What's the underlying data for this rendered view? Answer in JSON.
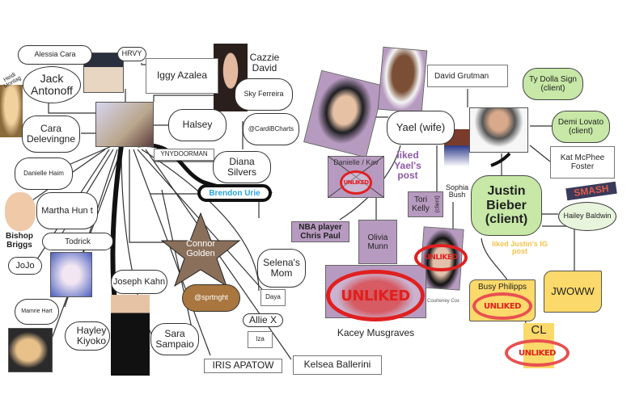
{
  "left": {
    "alessia": "Alessia Cara",
    "hrvy": "HRVY",
    "jack": "Jack Antonoff",
    "heidi": "Heidi Montag",
    "iggy": "Iggy Azalea",
    "cazzie": "Cazzie David",
    "sky": "Sky Ferreira",
    "halsey": "Halsey",
    "cara": "Cara Delevingne",
    "cardib": "@CardiBCharts",
    "ynydoorman": "YNYDOORMAN",
    "diana": "Diana Silvers",
    "danielle": "Danielle Haim",
    "brendon": "Brendon Urie",
    "martha": "Martha Hun t",
    "bishop": "Bishop Briggs",
    "todrick": "Todrick",
    "jojo": "JoJo",
    "joseph": "Joseph Kahn",
    "connor": "Connor Golden",
    "sprtnght": "@sprtnght",
    "selena": "Selena's Mom",
    "daya": "Daya",
    "mamrie": "Mamrie Hart",
    "allie": "Allie X",
    "hayley": "Hayley Kiyoko",
    "sara": "Sara Sampaio",
    "iza": "Iza",
    "iris": "IRIS APATOW",
    "kelsea": "Kelsea Ballerini"
  },
  "right": {
    "david": "David Grutman",
    "ty": "Ty Dolla Sign (client)",
    "yael": "Yael (wife)",
    "demi": "Demi Lovato (client)",
    "liked_yael": "liked Yael's post",
    "kat": "Kat McPhee Foster",
    "smash": "SMASH",
    "dankav": "Danielle / Kav",
    "sophia": "Sophia Bush",
    "tori": "Tori Kelly",
    "tori_client": "(client)",
    "justin": "Justin Bieber (client)",
    "hailey": "Hailey Baldwin",
    "nba": "NBA player Chris Paul",
    "olivia": "Olivia Munn",
    "liked_justin": "liked Justin's IG post",
    "courteney": "Courteney Cox",
    "kacey": "Kacey Musgraves",
    "busy": "Busy Philipps",
    "jwoww": "JWOWW",
    "cl": "CL",
    "unliked": "UNLIKED"
  },
  "colors": {
    "purple": "#b79ac0",
    "green": "#c7e8a6",
    "yellow": "#fbd96a",
    "unliked_red": "#e02020",
    "brendon_blue": "#2aa3e0",
    "liked_purple": "#8e5aa8",
    "liked_orange": "#f3c24a"
  }
}
